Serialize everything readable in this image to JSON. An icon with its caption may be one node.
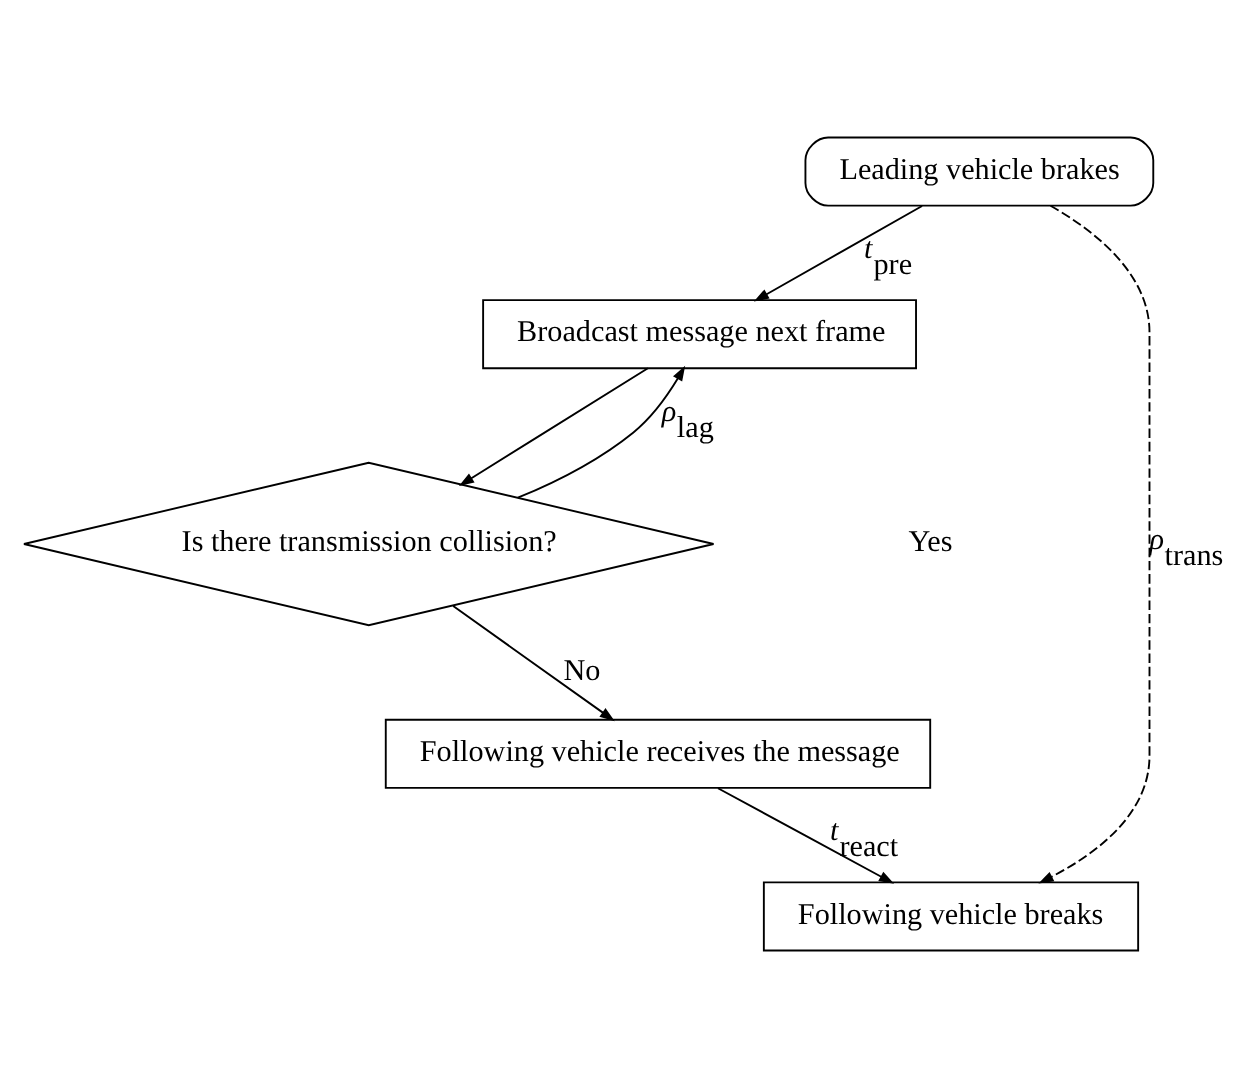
{
  "diagram": {
    "nodes": [
      {
        "text": [
          "Leading vehicle brakes"
        ]
      },
      {
        "text": [
          "Broadcast message next frame"
        ]
      },
      {
        "text": [
          "Is there transmission collision?"
        ]
      },
      {
        "text": [
          "Following vehicle receives the message"
        ]
      },
      {
        "text": [
          "Following vehicle breaks"
        ]
      }
    ],
    "edges": [
      {
        "from": 0,
        "to": 1,
        "arrow": "to",
        "label": "*t*$_{pre}$"
      },
      {
        "from": 1,
        "to": 2,
        "arrow": "to"
      },
      {
        "from": 2,
        "to": 1,
        "arrow": "to",
        "label": "*ρ*$_{lag}$"
      },
      {
        "from": 2,
        "to": 3,
        "arrow": "to",
        "label": "No"
      },
      {
        "from": 3,
        "to": 4,
        "arrow": "to",
        "label": "*t*$_{react}$"
      },
      {
        "from": 0,
        "to": 4,
        "arrow": "to",
        "style": "dashed",
        "label": "*ρ*$_{trans}$"
      }
    ],
    "labels": [
      "Yes"
    ]
  }
}
